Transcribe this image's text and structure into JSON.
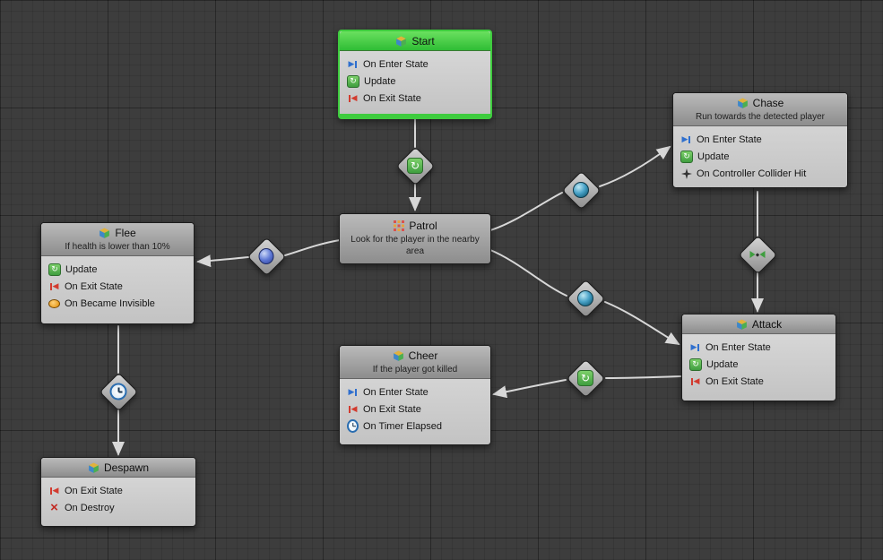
{
  "canvas": {
    "background_color": "#3d3d3d",
    "wire_color": "#d8d8d8",
    "node_body_color": "#cfcfcf",
    "node_header_color": "#a0a0a0",
    "start_accent_color": "#3ecc3e"
  },
  "nodes": {
    "start": {
      "title": "Start",
      "icon": "state-cube-icon",
      "items": [
        {
          "icon": "enter-state-icon",
          "label": "On Enter State"
        },
        {
          "icon": "update-icon",
          "label": "Update"
        },
        {
          "icon": "exit-state-icon",
          "label": "On Exit State"
        }
      ]
    },
    "chase": {
      "title": "Chase",
      "subtitle": "Run towards the detected player",
      "icon": "state-cube-icon",
      "items": [
        {
          "icon": "enter-state-icon",
          "label": "On Enter State"
        },
        {
          "icon": "update-icon",
          "label": "Update"
        },
        {
          "icon": "collider-hit-icon",
          "label": "On Controller Collider Hit"
        }
      ]
    },
    "patrol": {
      "title": "Patrol",
      "subtitle": "Look for the player in the nearby area",
      "icon": "waypoints-grid-icon"
    },
    "flee": {
      "title": "Flee",
      "subtitle": "If health is lower than 10%",
      "icon": "state-cube-icon",
      "items": [
        {
          "icon": "update-icon",
          "label": "Update"
        },
        {
          "icon": "exit-state-icon",
          "label": "On Exit State"
        },
        {
          "icon": "became-invisible-icon",
          "label": "On Became Invisible"
        }
      ]
    },
    "cheer": {
      "title": "Cheer",
      "subtitle": "If the player got killed",
      "icon": "state-cube-icon",
      "items": [
        {
          "icon": "enter-state-icon",
          "label": "On Enter State"
        },
        {
          "icon": "exit-state-icon",
          "label": "On Exit State"
        },
        {
          "icon": "timer-elapsed-icon",
          "label": "On Timer Elapsed"
        }
      ]
    },
    "attack": {
      "title": "Attack",
      "icon": "state-cube-icon",
      "items": [
        {
          "icon": "enter-state-icon",
          "label": "On Enter State"
        },
        {
          "icon": "update-icon",
          "label": "Update"
        },
        {
          "icon": "exit-state-icon",
          "label": "On Exit State"
        }
      ]
    },
    "despawn": {
      "title": "Despawn",
      "icon": "state-cube-icon",
      "items": [
        {
          "icon": "exit-state-icon",
          "label": "On Exit State"
        },
        {
          "icon": "destroy-icon",
          "label": "On Destroy"
        }
      ]
    }
  },
  "transitions": [
    {
      "id": "start-to-patrol",
      "icon": "update-event-icon"
    },
    {
      "id": "patrol-to-flee",
      "icon": "blue-event-icon"
    },
    {
      "id": "patrol-to-chase",
      "icon": "sphere-trigger-icon"
    },
    {
      "id": "patrol-to-attack",
      "icon": "sphere-trigger-icon"
    },
    {
      "id": "chase-to-attack",
      "icon": "collision-event-icon"
    },
    {
      "id": "attack-to-cheer",
      "icon": "update-event-icon"
    },
    {
      "id": "flee-to-despawn",
      "icon": "timer-event-icon"
    }
  ]
}
